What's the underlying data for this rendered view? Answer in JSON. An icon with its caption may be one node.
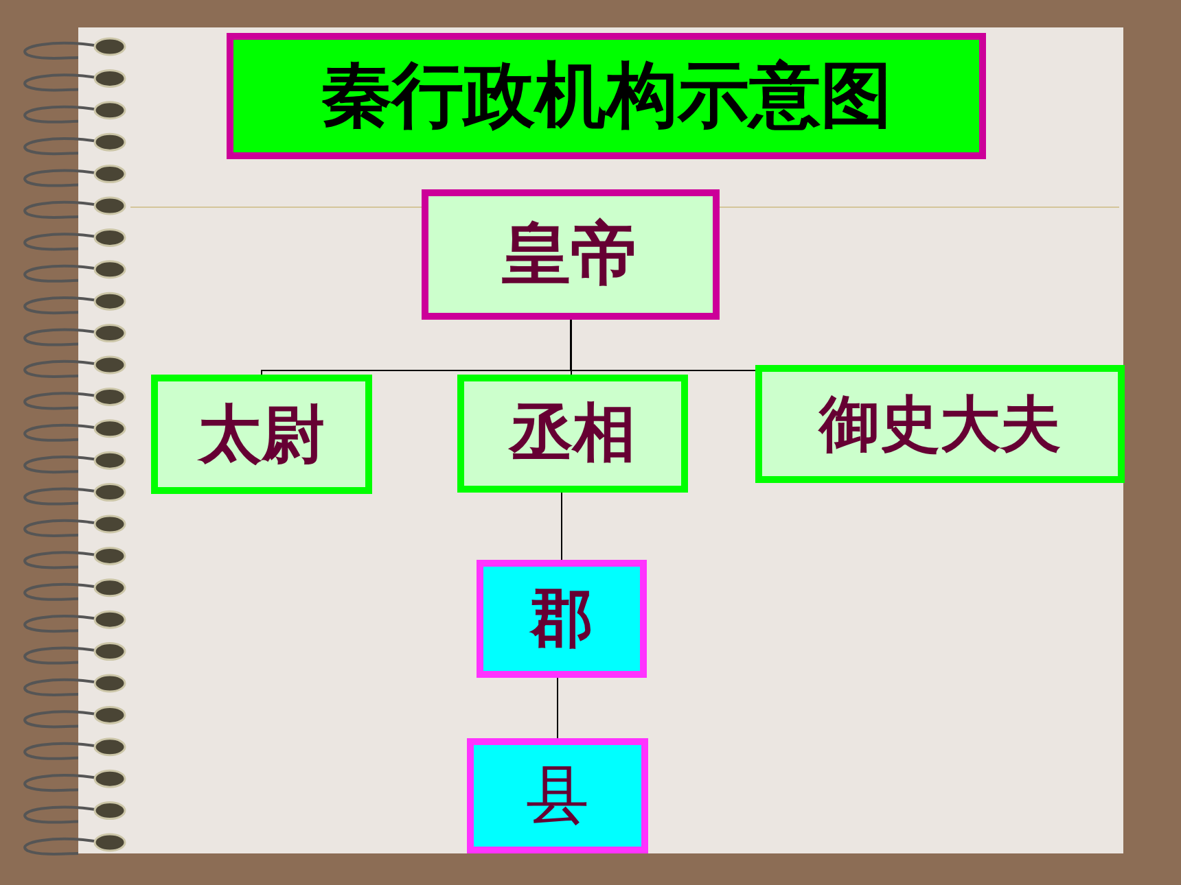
{
  "diagram": {
    "title": "秦行政机构示意图",
    "nodes": [
      {
        "text": [
          "皇帝"
        ]
      },
      {
        "text": [
          "太尉"
        ]
      },
      {
        "text": [
          "丞相"
        ]
      },
      {
        "text": [
          "御史大夫"
        ]
      },
      {
        "text": [
          "郡"
        ]
      },
      {
        "text": [
          "县"
        ]
      }
    ],
    "edges": [
      {
        "from": 0,
        "to": 1,
        "arrow": "none"
      },
      {
        "from": 0,
        "to": 2,
        "arrow": "none"
      },
      {
        "from": 0,
        "to": 3,
        "arrow": "none"
      },
      {
        "from": 2,
        "to": 4,
        "arrow": "none"
      },
      {
        "from": 4,
        "to": 5,
        "arrow": "none"
      }
    ]
  }
}
